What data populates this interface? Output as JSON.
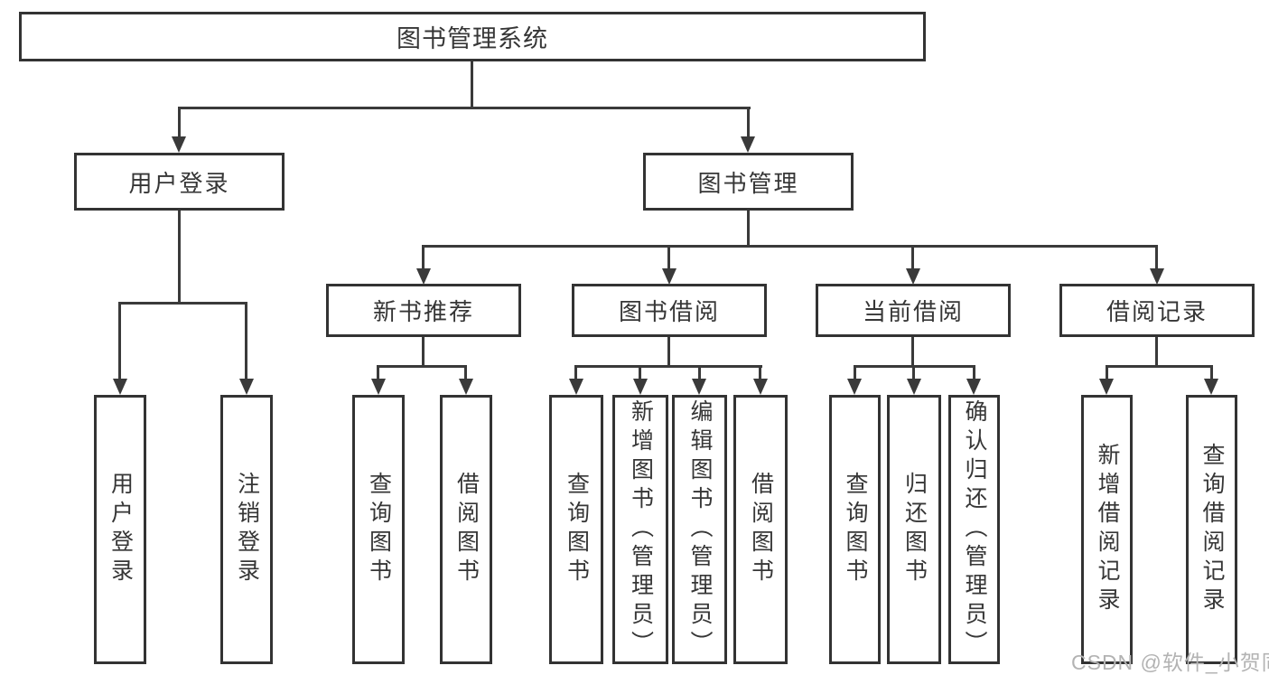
{
  "page": {
    "background": "#ffffff"
  },
  "colors": {
    "box_border": "#333333",
    "connector_line": "#3a3a3a",
    "label_text": "#363636",
    "watermark_text": "#b3b3b3"
  },
  "tree": {
    "label": "图书管理系统",
    "children": [
      {
        "label": "用户登录",
        "children": [
          {
            "label": "用户登录"
          },
          {
            "label": "注销登录"
          }
        ]
      },
      {
        "label": "图书管理",
        "children": [
          {
            "label": "新书推荐",
            "children": [
              {
                "label": "查询图书"
              },
              {
                "label": "借阅图书"
              }
            ]
          },
          {
            "label": "图书借阅",
            "children": [
              {
                "label": "查询图书"
              },
              {
                "label": "新增图书（管理员）"
              },
              {
                "label": "编辑图书（管理员）"
              },
              {
                "label": "借阅图书"
              }
            ]
          },
          {
            "label": "当前借阅",
            "children": [
              {
                "label": "查询图书"
              },
              {
                "label": "归还图书"
              },
              {
                "label": "确认归还（管理员）"
              }
            ]
          },
          {
            "label": "借阅记录",
            "children": [
              {
                "label": "新增借阅记录"
              },
              {
                "label": "查询借阅记录"
              }
            ]
          }
        ]
      }
    ]
  },
  "watermark": {
    "text": "CSDN @软件_小贺同学"
  }
}
